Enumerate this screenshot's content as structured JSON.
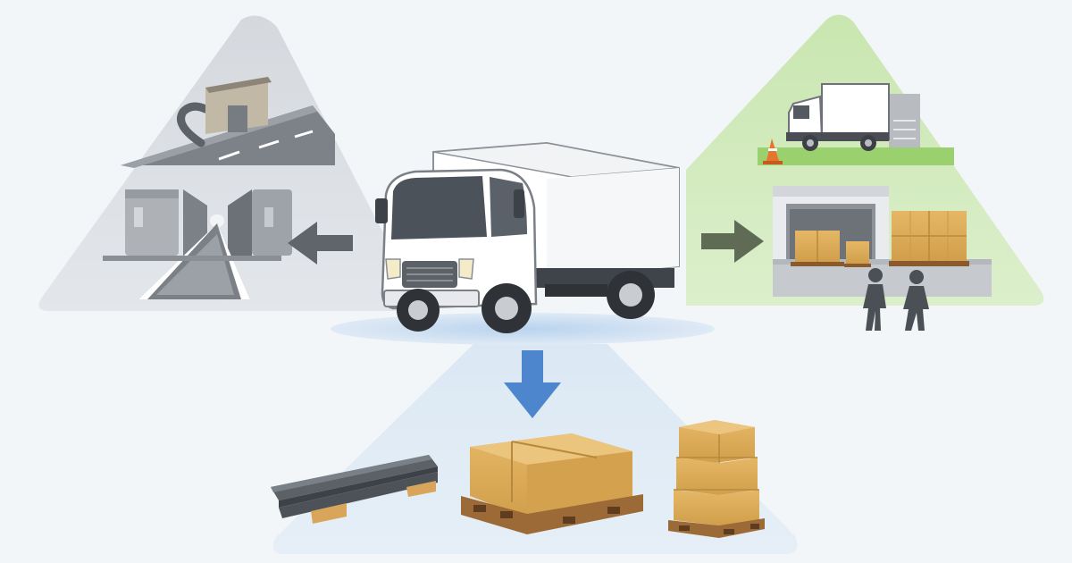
{
  "scene": {
    "background": "#f3f6f9",
    "panels": {
      "left": {
        "theme": "access-constraints",
        "color": "#cfd3d8",
        "icons": [
          "loading-dock-icon",
          "ramp-road-icon",
          "narrow-gate-icon"
        ]
      },
      "right": {
        "theme": "delivery-site",
        "color": "#cfe8b8",
        "icons": [
          "box-truck-at-dock-icon",
          "traffic-cone-icon",
          "warehouse-door-icon",
          "stacked-boxes-icon",
          "worker-icon"
        ]
      },
      "bottom": {
        "theme": "cargo-types",
        "color": "#d9e7f3",
        "icons": [
          "steel-i-beam-icon",
          "palletized-crate-icon",
          "stacked-cartons-icon"
        ]
      }
    },
    "arrows": {
      "left": "#5f656b",
      "right": "#5f6b55",
      "down": "#4d86cc"
    },
    "center": {
      "icon": "box-truck-icon",
      "cab_color": "#ffffff",
      "body_color": "#ffffff",
      "ground_glow": "#c9dcf1"
    }
  }
}
